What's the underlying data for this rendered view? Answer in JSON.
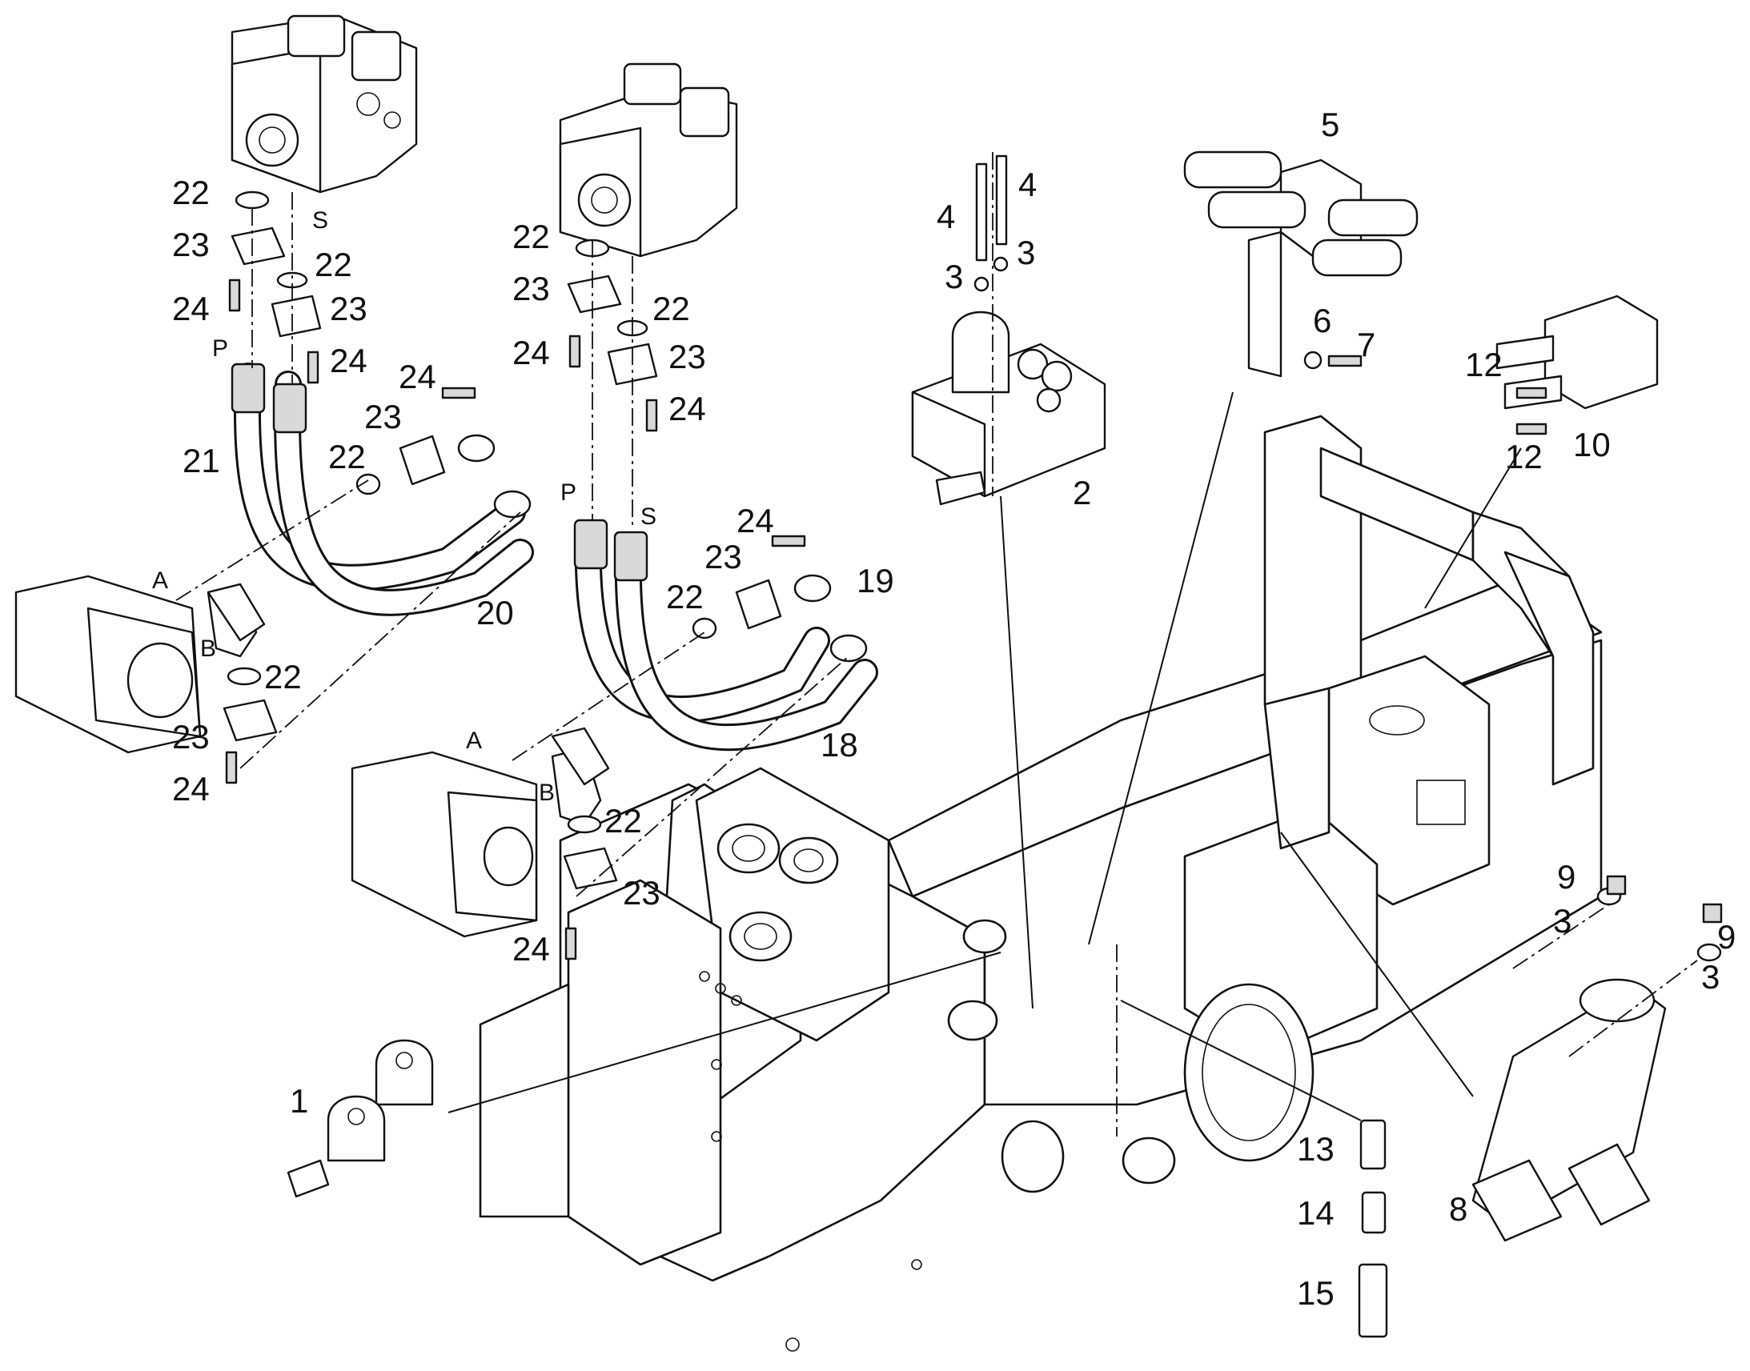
{
  "callouts": {
    "c1": "1",
    "c2": "2",
    "c3a": "3",
    "c3b": "3",
    "c3c": "3",
    "c3d": "3",
    "c4a": "4",
    "c4b": "4",
    "c5": "5",
    "c6": "6",
    "c7": "7",
    "c8": "8",
    "c9a": "9",
    "c9b": "9",
    "c10": "10",
    "c12a": "12",
    "c12b": "12",
    "c13": "13",
    "c14": "14",
    "c15": "15",
    "c18": "18",
    "c19": "19",
    "c20": "20",
    "c21": "21",
    "c22a": "22",
    "c22b": "22",
    "c22c": "22",
    "c22d": "22",
    "c22e": "22",
    "c22f": "22",
    "c22g": "22",
    "c22h": "22",
    "c23a": "23",
    "c23b": "23",
    "c23c": "23",
    "c23d": "23",
    "c23e": "23",
    "c23f": "23",
    "c23g": "23",
    "c23h": "23",
    "c24a": "24",
    "c24b": "24",
    "c24c": "24",
    "c24d": "24",
    "c24e": "24",
    "c24f": "24",
    "c24g": "24",
    "c24h": "24"
  },
  "ports": {
    "p_left": "P",
    "s_left": "S",
    "a_left": "A",
    "b_left": "B",
    "p_mid": "P",
    "s_mid": "S",
    "a_mid": "A",
    "b_mid": "B"
  }
}
